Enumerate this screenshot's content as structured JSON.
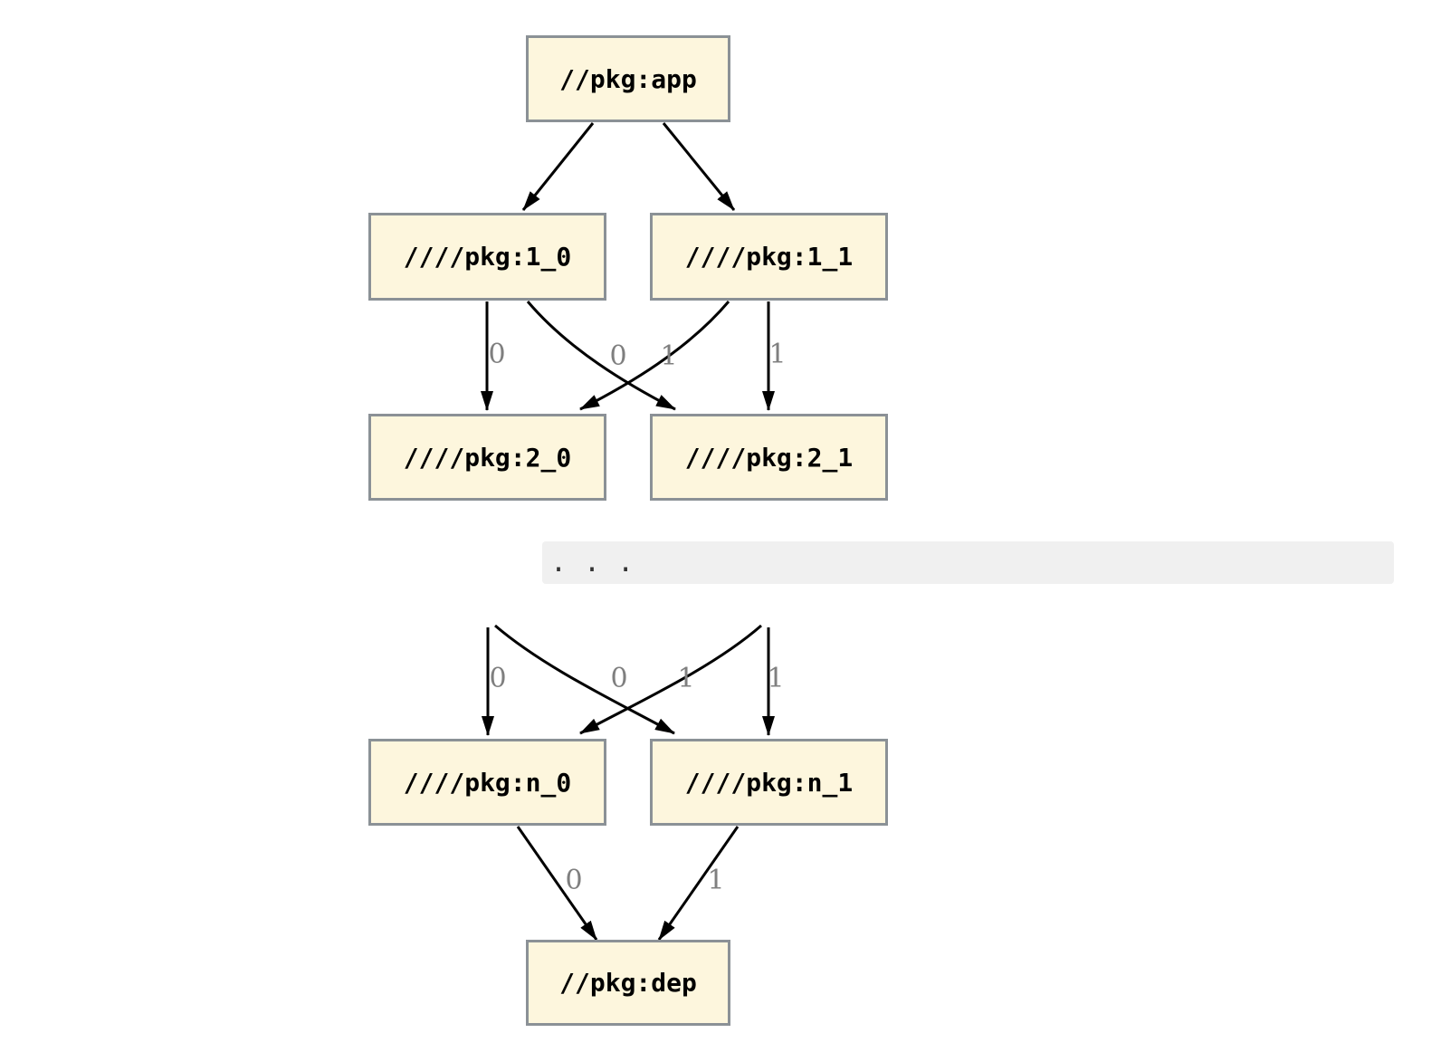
{
  "colors": {
    "page_background": "#ffffff",
    "node_fill": "#fdf6dd",
    "node_border": "#8b9196",
    "node_text": "#000000",
    "edge_color": "#000000",
    "edge_label_color": "#7f7f7f",
    "elided_band_background": "#f0f0f0",
    "elided_text_color": "#333333"
  },
  "graph": {
    "description": "Package dependency graph with elided middle levels",
    "nodes": [
      {
        "id": "app",
        "label": "//pkg:app"
      },
      {
        "id": "1_0",
        "label": "////pkg:1_0"
      },
      {
        "id": "1_1",
        "label": "////pkg:1_1"
      },
      {
        "id": "2_0",
        "label": "////pkg:2_0"
      },
      {
        "id": "2_1",
        "label": "////pkg:2_1"
      },
      {
        "id": "n_0",
        "label": "////pkg:n_0"
      },
      {
        "id": "n_1",
        "label": "////pkg:n_1"
      },
      {
        "id": "dep",
        "label": "//pkg:dep"
      }
    ],
    "edges": [
      {
        "from": "//pkg:app",
        "to": "////pkg:1_0",
        "label": ""
      },
      {
        "from": "//pkg:app",
        "to": "////pkg:1_1",
        "label": ""
      },
      {
        "from": "////pkg:1_0",
        "to": "////pkg:2_0",
        "label": "0"
      },
      {
        "from": "////pkg:1_1",
        "to": "////pkg:2_0",
        "label": "0"
      },
      {
        "from": "////pkg:1_0",
        "to": "////pkg:2_1",
        "label": "1"
      },
      {
        "from": "////pkg:1_1",
        "to": "////pkg:2_1",
        "label": "1"
      },
      {
        "from": "(elided)",
        "to": "////pkg:n_0",
        "label": "0"
      },
      {
        "from": "(elided)",
        "to": "////pkg:n_0",
        "label": "0"
      },
      {
        "from": "(elided)",
        "to": "////pkg:n_1",
        "label": "1"
      },
      {
        "from": "(elided)",
        "to": "////pkg:n_1",
        "label": "1"
      },
      {
        "from": "////pkg:n_0",
        "to": "//pkg:dep",
        "label": "0"
      },
      {
        "from": "////pkg:n_1",
        "to": "//pkg:dep",
        "label": "1"
      }
    ],
    "elided": {
      "text": "..."
    }
  }
}
